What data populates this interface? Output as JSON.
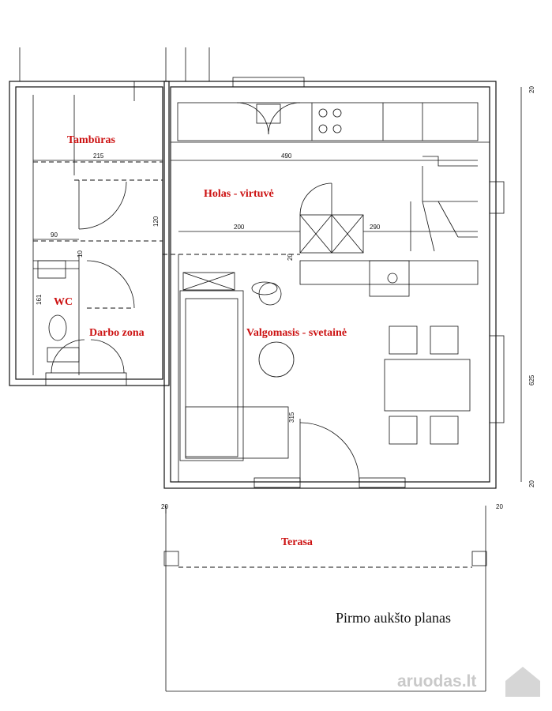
{
  "title": "Pirmo aukšto planas",
  "watermark": "aruodas.lt",
  "rooms": {
    "tamburas": "Tambūras",
    "holas": "Holas - virtuvė",
    "wc": "WC",
    "darbo": "Darbo zona",
    "valgomasis": "Valgomasis - svetainė",
    "terasa": "Terasa"
  },
  "dimensions": {
    "d20_top": "20",
    "d215": "215",
    "d490": "490",
    "d120": "120",
    "d200": "200",
    "d290": "290",
    "d90": "90",
    "d10": "10",
    "d20_mid": "20",
    "d161": "161",
    "d315": "315",
    "d625": "625",
    "d20_right": "20",
    "d20_left_terrace": "20",
    "d20_right_terrace": "20"
  }
}
